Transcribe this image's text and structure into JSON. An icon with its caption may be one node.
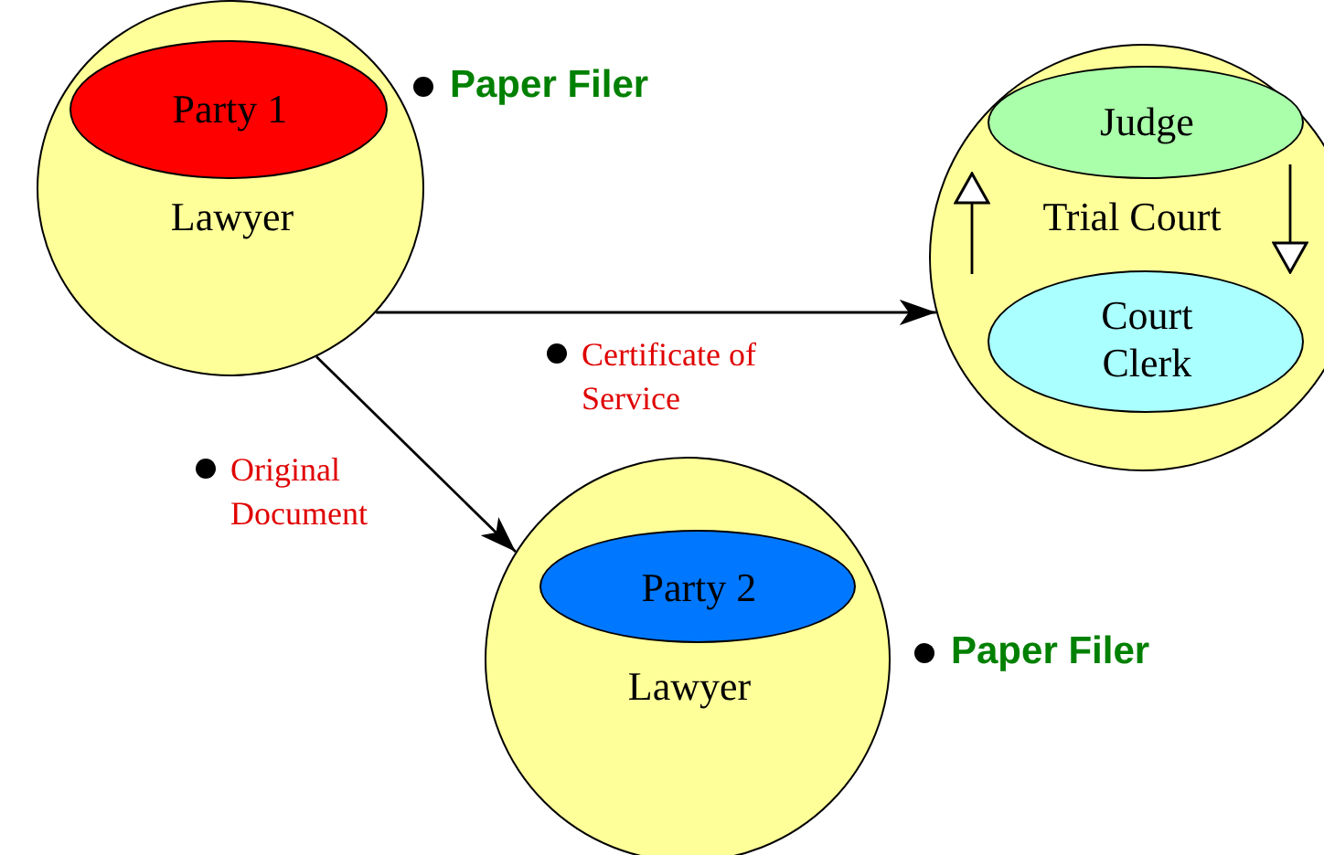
{
  "diagram": {
    "nodes": [
      {
        "text": [
          "Lawyer"
        ],
        "beside": [
          "Paper Filer"
        ]
      },
      {
        "text": [
          "Party 1"
        ],
        "in": 0
      },
      {
        "text": [
          "Trial Court"
        ]
      },
      {
        "text": [
          "Judge"
        ],
        "in": 2
      },
      {
        "text": [
          "Court Clerk"
        ],
        "in": 2
      },
      {
        "text": [
          "Lawyer"
        ],
        "beside": [
          "Paper Filer"
        ]
      },
      {
        "text": [
          "Party 2"
        ],
        "in": 5
      }
    ],
    "edges": [
      {
        "from": 0,
        "to": 2,
        "arrow": "to",
        "label": "Certificate of Service"
      },
      {
        "from": 0,
        "to": 5,
        "arrow": "to",
        "label": "Original Document"
      },
      {
        "from": 4,
        "to": 3,
        "arrow": "to"
      },
      {
        "from": 3,
        "to": 4,
        "arrow": "to"
      }
    ]
  }
}
